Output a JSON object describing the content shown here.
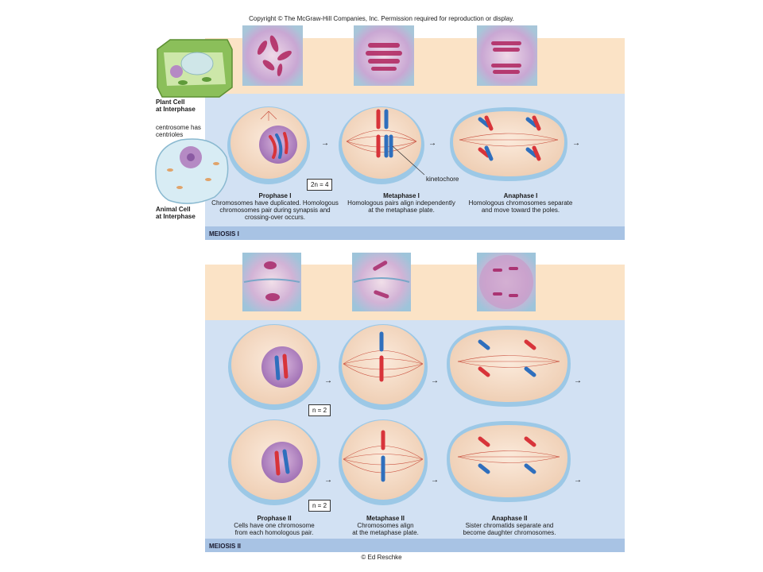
{
  "copyright": "Copyright © The McGraw-Hill Companies, Inc. Permission required for reproduction or display.",
  "credit": "© Ed Reschke",
  "legend": {
    "plant_cell": "Plant Cell",
    "plant_cell_sub": "at Interphase",
    "centrosome_note_1": "centrosome has",
    "centrosome_note_2": "centrioles",
    "animal_cell": "Animal Cell",
    "animal_cell_sub": "at Interphase"
  },
  "meiosis1": {
    "band_label": "MEIOSIS I",
    "ploidy": "2n = 4",
    "kinetochore": "kinetochore",
    "stages": [
      {
        "title": "Prophase I",
        "lines": [
          "Chromosomes have duplicated. Homologous",
          "chromosomes pair during synapsis and",
          "crossing-over occurs."
        ]
      },
      {
        "title": "Metaphase I",
        "lines": [
          "Homologous pairs align independently",
          "at the metaphase plate."
        ]
      },
      {
        "title": "Anaphase I",
        "lines": [
          "Homologous chromosomes separate",
          "and move toward the poles."
        ]
      }
    ]
  },
  "meiosis2": {
    "band_label": "MEIOSIS II",
    "ploidy_a": "n = 2",
    "ploidy_b": "n = 2",
    "stages": [
      {
        "title": "Prophase II",
        "lines": [
          "Cells have one chromosome",
          "from each homologous pair."
        ]
      },
      {
        "title": "Metaphase II",
        "lines": [
          "Chromosomes align",
          "at the metaphase plate."
        ]
      },
      {
        "title": "Anaphase II",
        "lines": [
          "Sister chromatids separate and",
          "become daughter chromosomes."
        ]
      }
    ]
  },
  "arrow_glyph": "→",
  "colors": {
    "panel_blue": "#d2e1f3",
    "panel_peach": "#fbe3c6",
    "band_blue": "#a8c3e4",
    "cell_fill": "#f4ddc7",
    "cell_rim": "#9cc8e6",
    "nucleus": "#b88ac6",
    "chromo_red": "#d8343a",
    "chromo_blue": "#2f6fbd",
    "spindle": "#c94f3e"
  }
}
